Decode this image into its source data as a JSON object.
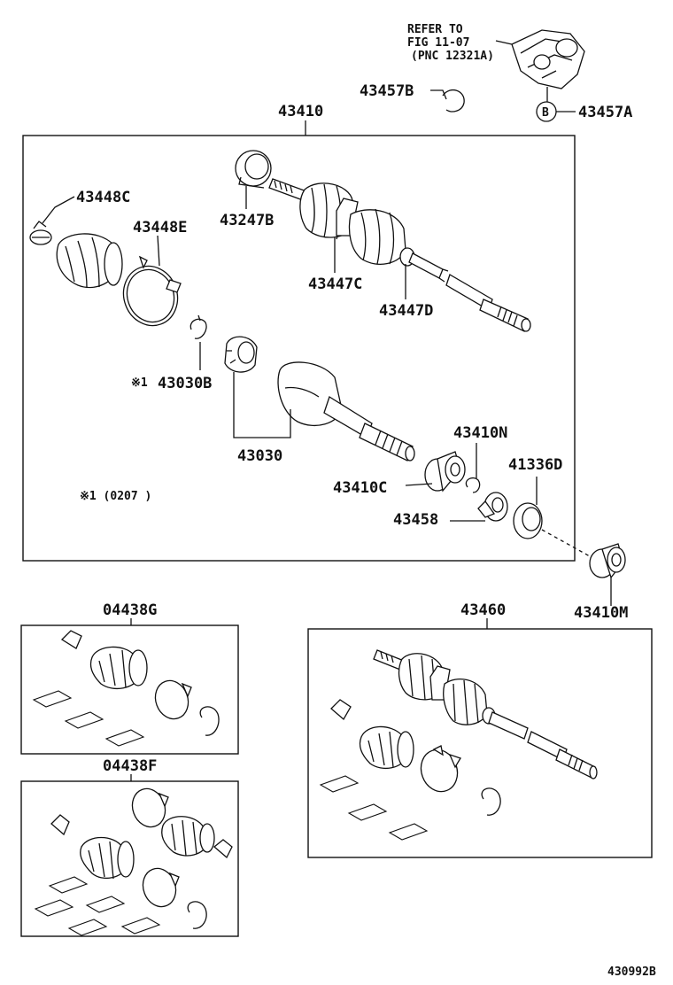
{
  "refer": {
    "line1": "REFER TO",
    "line2": "FIG 11-07",
    "line3": "(PNC 12321A)"
  },
  "labels": {
    "p43457B": "43457B",
    "p43457A": "43457A",
    "circleB": "B",
    "p43410": "43410",
    "p43448C": "43448C",
    "p43448E": "43448E",
    "p43247B": "43247B",
    "p43447C": "43447C",
    "p43447D": "43447D",
    "note_mark": "※1",
    "p43030B": "43030B",
    "p43030": "43030",
    "p43410N": "43410N",
    "p43410C": "43410C",
    "p41336D": "41336D",
    "p43458": "43458",
    "note_text": "※1 (0207       )",
    "p43410M": "43410M",
    "p04438G": "04438G",
    "p43460": "43460",
    "p04438F": "04438F",
    "diagram_code": "430992B"
  }
}
